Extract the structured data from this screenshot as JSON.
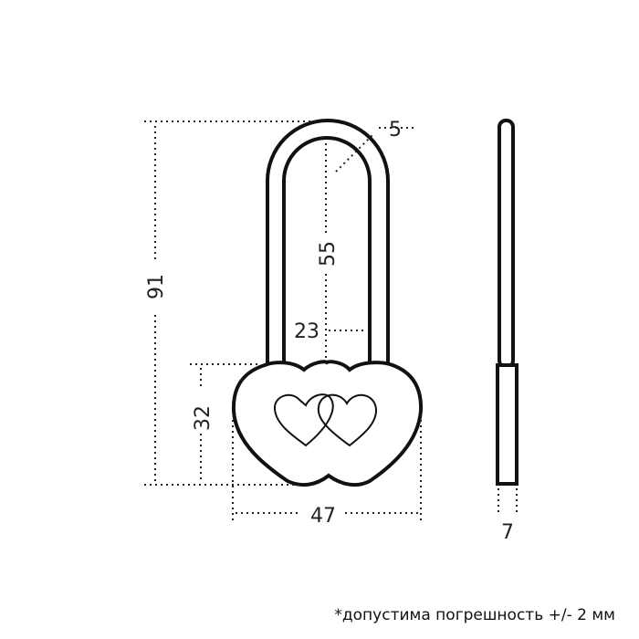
{
  "dimensions": {
    "shackle_thickness": "5",
    "shackle_inner_height": "55",
    "shackle_inner_width": "23",
    "total_height": "91",
    "body_height": "32",
    "body_width": "47",
    "depth": "7"
  },
  "footnote": "*допустима погрешность +/- 2 мм",
  "colors": {
    "line": "#111111",
    "background": "#ffffff"
  }
}
